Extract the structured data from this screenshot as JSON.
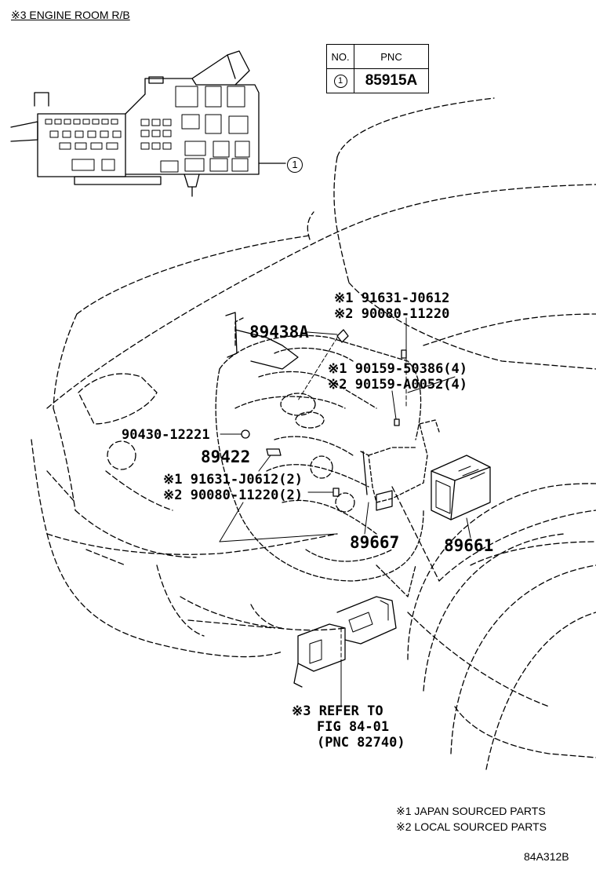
{
  "title": "※3 ENGINE ROOM R/B",
  "pnc_table": {
    "header_no": "NO.",
    "header_pnc": "PNC",
    "row_no": "1",
    "row_pnc": "85915A"
  },
  "callout_1": "1",
  "parts": {
    "p91631_j0612": "※1 91631-J0612",
    "p90080_11220": "※2 90080-11220",
    "p89438a": "89438A",
    "p90159_50386": "※1 90159-50386(4)",
    "p90159_a0052": "※2 90159-A0052(4)",
    "p90430_12221": "90430-12221",
    "p89422": "89422",
    "p91631_j0612_2": "※1 91631-J0612(2)",
    "p90080_11220_2": "※2 90080-11220(2)",
    "p89667": "89667",
    "p89661": "89661"
  },
  "refer": {
    "line1": "※3 REFER TO",
    "line2": "FIG 84-01",
    "line3": "(PNC 82740)"
  },
  "notes": {
    "note1": "※1 JAPAN SOURCED PARTS",
    "note2": "※2 LOCAL SOURCED PARTS"
  },
  "figure_id": "84A312B"
}
